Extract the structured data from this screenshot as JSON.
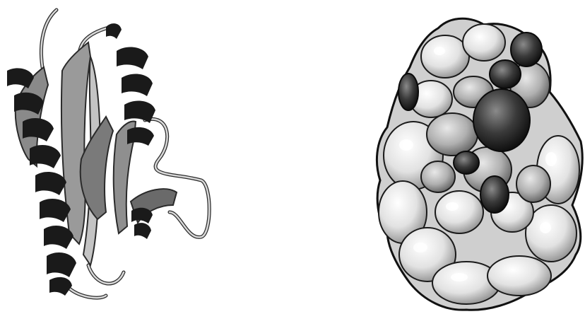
{
  "figure": {
    "panels": [
      {
        "id": "ribbon",
        "depiction": "protein-ribbon-diagram"
      },
      {
        "id": "surface",
        "depiction": "molecular-surface-rendering"
      }
    ],
    "colors": {
      "background": "#ffffff",
      "helix": "#1a1a1a",
      "strand": "#8a8a8a",
      "strand_edge": "#2a2a2a",
      "coil": "#d8d8d8",
      "surface_light": "#eeeeee",
      "surface_mid": "#b5b5b5",
      "surface_dark": "#3a3a3a",
      "surface_outline": "#111111"
    }
  }
}
